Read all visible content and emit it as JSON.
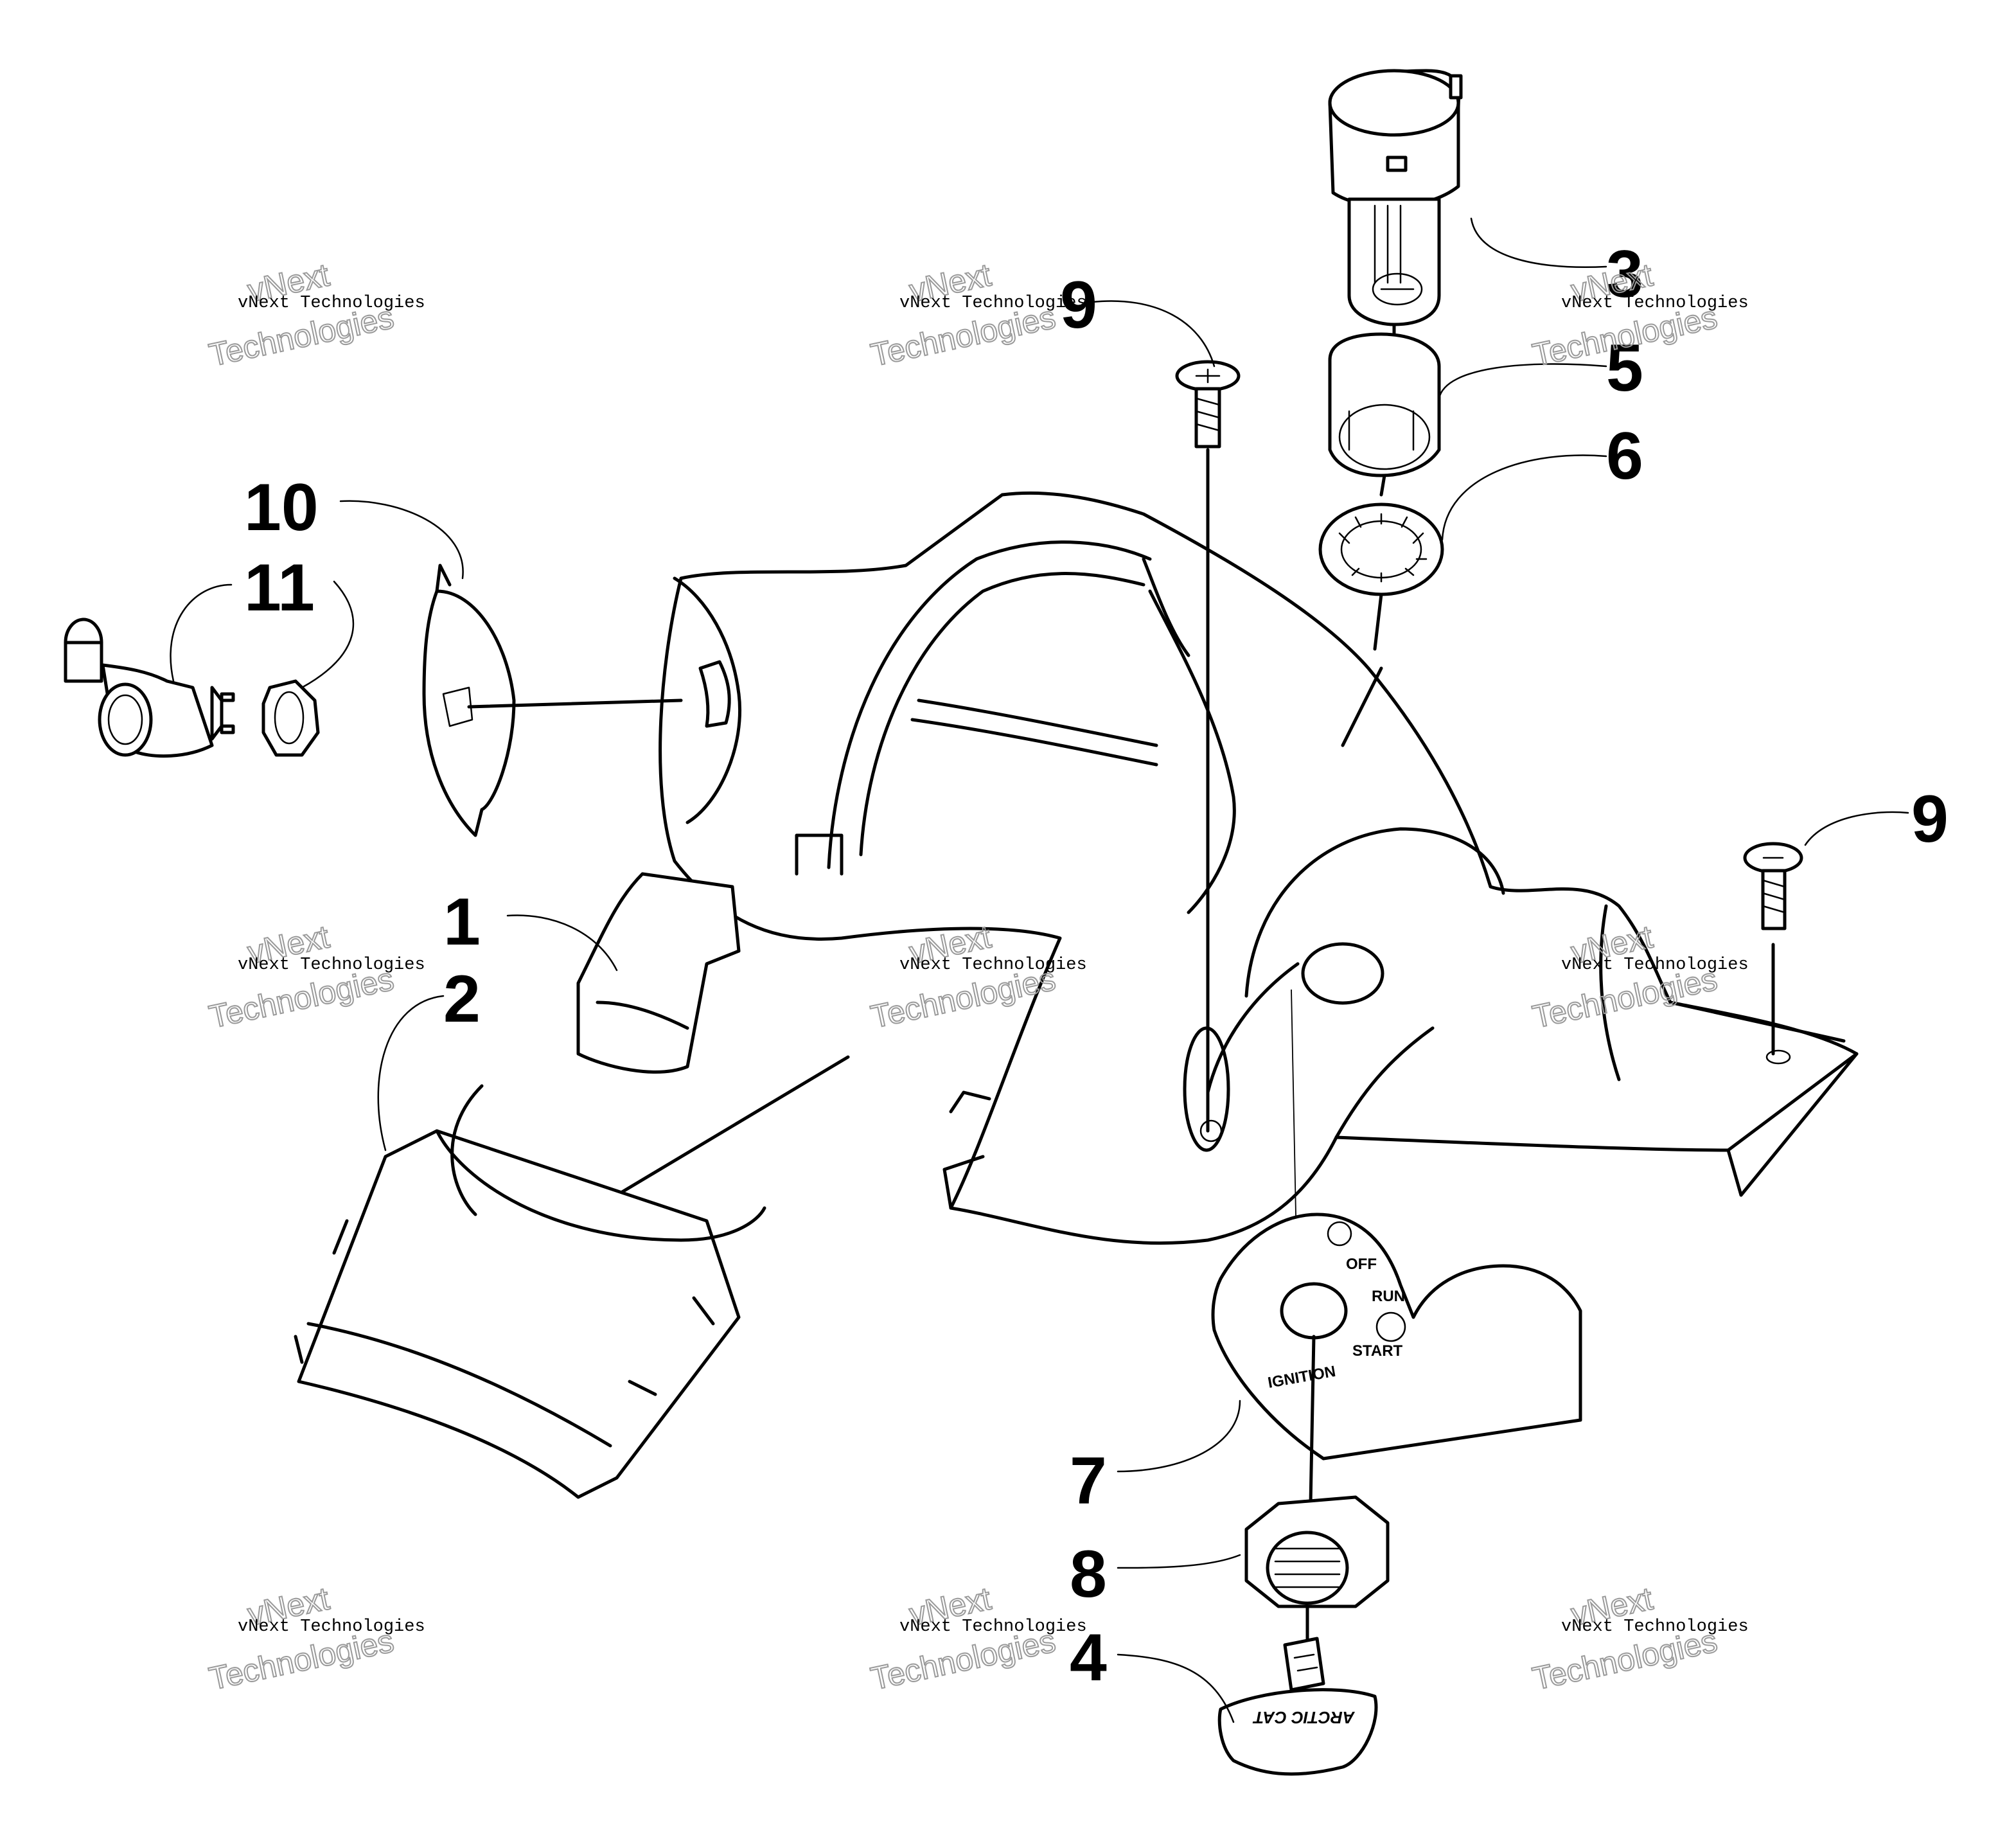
{
  "callouts": [
    "1",
    "2",
    "3",
    "4",
    "5",
    "6",
    "7",
    "8",
    "9",
    "9",
    "10",
    "11"
  ],
  "decal": {
    "off": "OFF",
    "run": "RUN",
    "start": "START",
    "ignition": "IGNITION"
  },
  "key_brand": "ARCTIC CAT",
  "watermark": {
    "line1": "vNext",
    "line2": "vNext Technologies",
    "line3": "Technologies"
  },
  "colors": {
    "line": "#000000",
    "background": "#ffffff",
    "watermark": "#9a9a9a"
  }
}
